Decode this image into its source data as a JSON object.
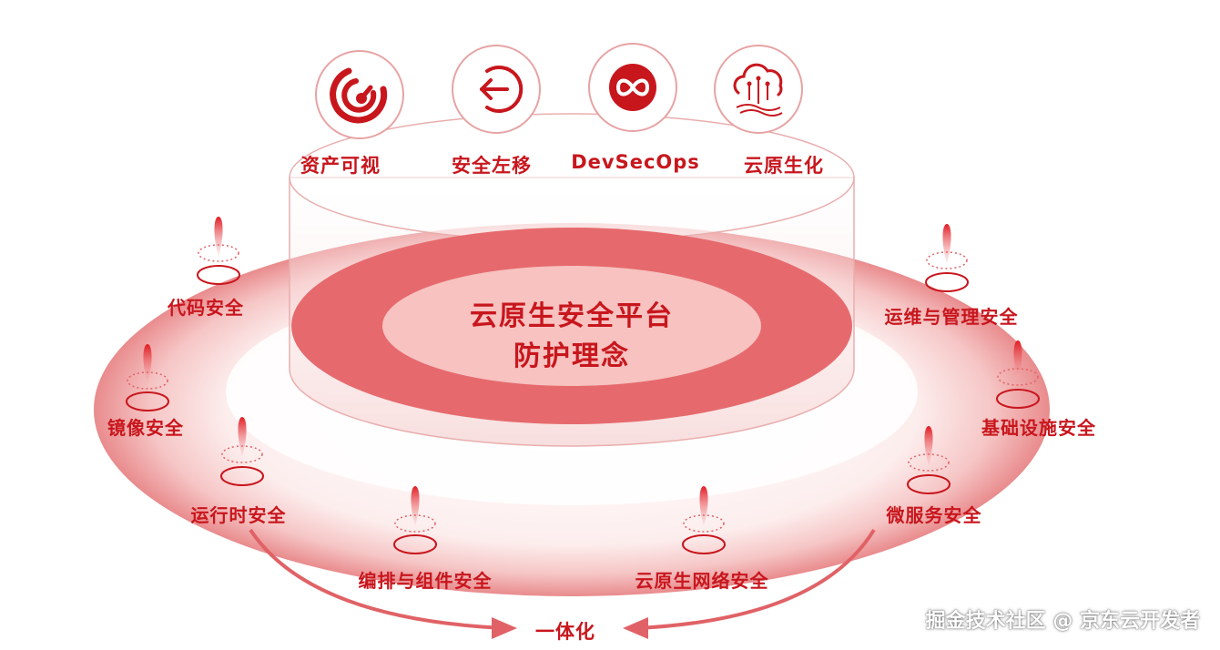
{
  "center": {
    "line1": "云原生安全平台",
    "line2": "防护理念"
  },
  "top_features": [
    {
      "label": "资产可视",
      "icon": "asset-visibility-icon"
    },
    {
      "label": "安全左移",
      "icon": "shift-left-icon"
    },
    {
      "label": "DevSecOps",
      "icon": "infinity-loop-icon"
    },
    {
      "label": "云原生化",
      "icon": "cloud-circuit-icon"
    }
  ],
  "ring_items": [
    {
      "label": "代码安全"
    },
    {
      "label": "镜像安全"
    },
    {
      "label": "运行时安全"
    },
    {
      "label": "编排与组件安全"
    },
    {
      "label": "云原生网络安全"
    },
    {
      "label": "微服务安全"
    },
    {
      "label": "基础设施安全"
    },
    {
      "label": "运维与管理安全"
    }
  ],
  "unify_label": "一体化",
  "watermark": "掘金技术社区 @ 京东云开发者",
  "colors": {
    "primary_red": "#c8161d",
    "ring_pink": "#f3b9b9",
    "inner_ellipse": "#ec7f80",
    "highlight": "#fbd8d6"
  }
}
